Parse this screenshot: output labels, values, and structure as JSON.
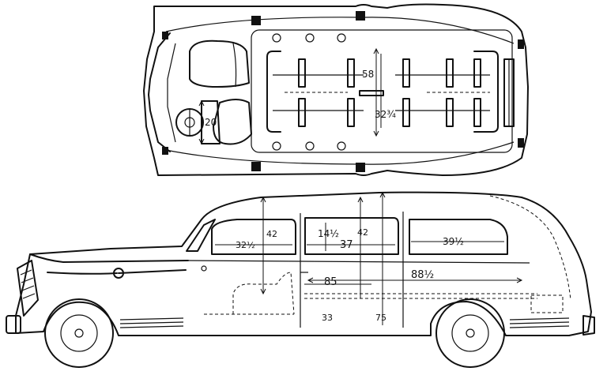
{
  "drawing": {
    "top_view": {
      "labels": {
        "seat_width": "20",
        "floor_length": "58",
        "floor_width": "32¾"
      }
    },
    "side_view": {
      "labels": {
        "rear_window_length": "32½",
        "rear_window_height": "42",
        "mid_window_top": "14½",
        "mid_height": "42",
        "mid_length": "37",
        "right_window_length": "39½",
        "floor_length_short": "85",
        "floor_length_long": "88½",
        "low_height": "33",
        "door_height": "75"
      }
    }
  }
}
